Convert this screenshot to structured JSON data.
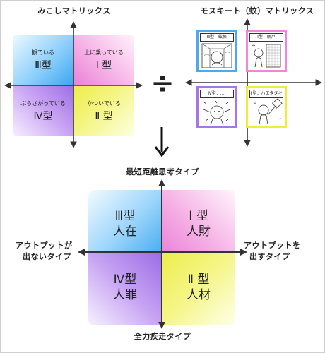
{
  "small_matrix": {
    "title": "みこしマトリックス",
    "top_left": {
      "sub": "観ている",
      "type": "Ⅲ型"
    },
    "top_right": {
      "sub": "上に乗っている",
      "type": "Ⅰ 型"
    },
    "bottom_left": {
      "sub": "ぶらさがっている",
      "type": "Ⅳ型"
    },
    "bottom_right": {
      "sub": "かついでいる",
      "type": "Ⅱ 型"
    }
  },
  "operator": "÷",
  "mosquito_matrix": {
    "title": "モスキート（蚊）マトリックス",
    "top_left": "Ⅲ型：蚊帳",
    "top_right": "Ⅰ型：網戸",
    "bottom_left": "Ⅳ型：‥‥",
    "bottom_right": "Ⅱ型：ハエタタキ"
  },
  "result_matrix": {
    "axis_top": "最短距離思考タイプ",
    "axis_bottom": "全力疾走タイプ",
    "axis_left": [
      "アウトプットが",
      "出ないタイプ"
    ],
    "axis_right": [
      "アウトプットを",
      "出すタイプ"
    ],
    "top_left": {
      "type": "Ⅲ型",
      "name": "人在"
    },
    "top_right": {
      "type": "Ⅰ 型",
      "name": "人財"
    },
    "bottom_left": {
      "type": "Ⅳ型",
      "name": "人罪"
    },
    "bottom_right": {
      "type": "Ⅱ 型",
      "name": "人材"
    }
  },
  "colors": {
    "type3_blue": "#3aa6ef",
    "type1_pink": "#ea7fd8",
    "type4_purple": "#9d6de6",
    "type2_yellow": "#eded4a",
    "axis_dark": "#333333"
  }
}
